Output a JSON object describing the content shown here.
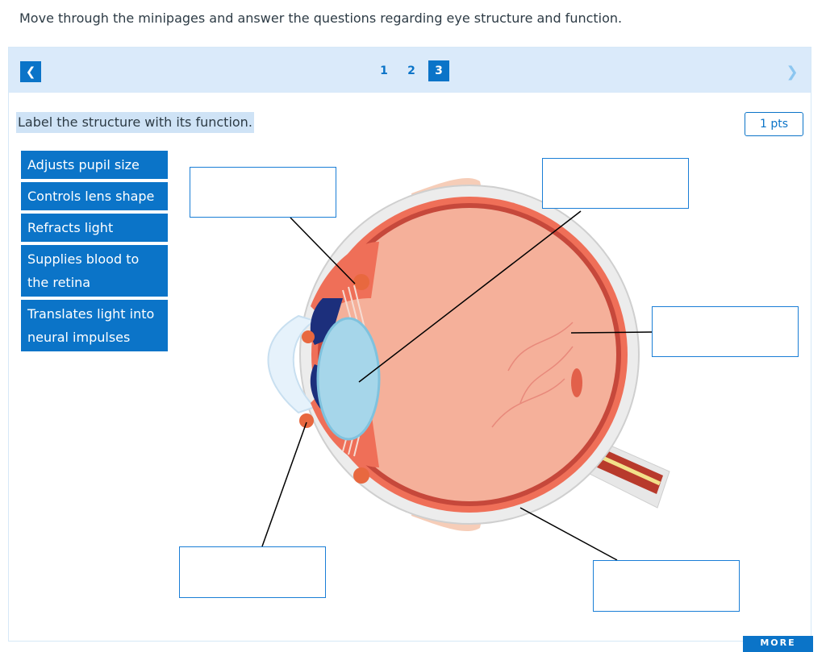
{
  "instruction": "Move through the minipages and answer the questions regarding eye structure and function.",
  "nav": {
    "prev_icon": "chevron-left-icon",
    "next_icon": "chevron-right-icon",
    "pages": [
      "1",
      "2",
      "3"
    ],
    "active_page": "3"
  },
  "question": {
    "text": "Label the structure with its function.",
    "points": "1 pts"
  },
  "answer_chips": [
    "Adjusts pupil size",
    "Controls lens shape",
    "Refracts light",
    "Supplies blood to the retina",
    "Translates light into neural impulses"
  ],
  "footer": {
    "more_label": "MORE"
  },
  "colors": {
    "accent": "#0b74c8",
    "nav_bg": "#daeafa",
    "chip_bg": "#0b74c8"
  }
}
